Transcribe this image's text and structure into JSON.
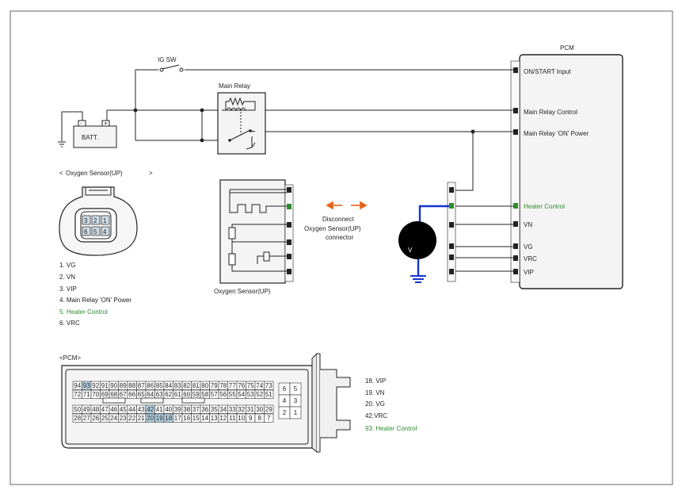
{
  "colors": {
    "line": "#222222",
    "green": "#2e8b2e",
    "orange": "#e8621a",
    "blue": "#1433cc",
    "highlight": "#b7d3e3",
    "box": "#f4f4f4"
  },
  "pcm": {
    "title": "PCM",
    "pins": {
      "on_start": "ON/START Input",
      "main_relay_control": "Main Relay Control",
      "main_relay_on_power": "Main Relay 'ON' Power",
      "heater_control": "Heater Control",
      "vn": "VN",
      "vg": "VG",
      "vrc": "VRC",
      "vip": "VIP"
    }
  },
  "ig_sw": "IG SW",
  "main_relay": "Main Relay",
  "battery": {
    "label": "BATT.",
    "neg": "-",
    "pos": "+"
  },
  "sensor_header": {
    "lt": "<",
    "title": "Oxygen Sensor(UP)",
    "gt": ">"
  },
  "sensor_caption": "Oxygen Sensor(UP)",
  "sensor_pins": [
    "1. VG",
    "2. VN",
    "3. VIP",
    "4.   Main Relay 'ON' Power",
    "5.   Heater Control",
    "6. VRC"
  ],
  "sensor_pin_numbers": [
    "1",
    "2",
    "3",
    "4",
    "5",
    "6"
  ],
  "disconnect": [
    "Disconnect",
    "Oxygen Sensor(UP)",
    "connector"
  ],
  "meter": "V",
  "pcm_connector": {
    "header": "<PCM>",
    "row1": [
      "94",
      "93",
      "92",
      "91",
      "90",
      "89",
      "88",
      "87",
      "86",
      "85",
      "84",
      "83",
      "82",
      "81",
      "80",
      "79",
      "78",
      "77",
      "76",
      "75",
      "74",
      "73"
    ],
    "row2": [
      "72",
      "71",
      "70",
      "69",
      "68",
      "67",
      "66",
      "65",
      "64",
      "63",
      "62",
      "61",
      "60",
      "59",
      "58",
      "57",
      "56",
      "55",
      "54",
      "53",
      "52",
      "51"
    ],
    "row3": [
      "50",
      "49",
      "48",
      "47",
      "46",
      "45",
      "44",
      "43",
      "42",
      "41",
      "40",
      "39",
      "38",
      "37",
      "36",
      "35",
      "34",
      "33",
      "32",
      "31",
      "30",
      "29"
    ],
    "row4": [
      "28",
      "27",
      "26",
      "25",
      "24",
      "23",
      "22",
      "21",
      "20",
      "19",
      "18",
      "17",
      "16",
      "15",
      "14",
      "13",
      "12",
      "11",
      "10",
      "9",
      "8",
      "7"
    ],
    "side": [
      "6",
      "5",
      "4",
      "3",
      "2",
      "1"
    ],
    "highlighted": [
      "93",
      "42",
      "20",
      "19",
      "18"
    ],
    "legend": [
      "18. VIP",
      "19. VN",
      "20. VG",
      "42.VRC",
      "93.    Heater Control"
    ]
  }
}
